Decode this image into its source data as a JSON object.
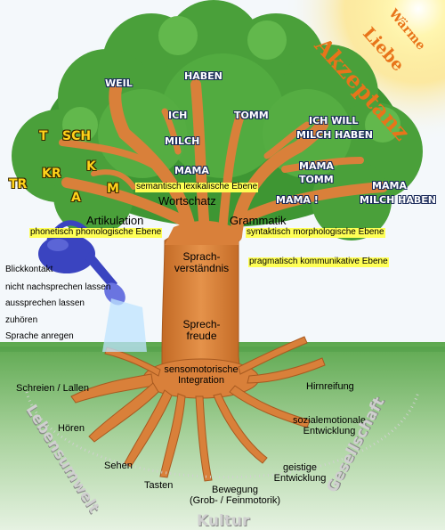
{
  "sun": {
    "w1": "Wärme",
    "w2": "Liebe",
    "w3": "Akzeptanz"
  },
  "crown": {
    "w_weil": "WEIL",
    "w_haben": "HABEN",
    "w_ich": "ICH",
    "w_tomm": "TOMM",
    "w_ichwill": "ICH WILL",
    "w_milchhaben": "MILCH HABEN",
    "w_milch": "MILCH",
    "w_mama1": "MAMA",
    "w_mama2": "MAMA",
    "w_tomm2": "TOMM",
    "w_mama3": "MAMA",
    "w_milchhaben2": "MILCH HABEN",
    "w_mamaex": "MAMA !",
    "s_t": "T",
    "s_sch": "SCH",
    "s_k": "K",
    "s_kr": "KR",
    "s_tr": "TR",
    "s_a": "A",
    "s_m": "M"
  },
  "levels": {
    "semantic": "semantisch lexikalische Ebene",
    "wortschatz": "Wortschatz",
    "artikulation": "Artikulation",
    "phonetic": "phonetisch phonologische Ebene",
    "grammatik": "Grammatik",
    "syntactic": "syntaktisch morphologische Ebene",
    "pragmatic": "pragmatisch kommunikative Ebene"
  },
  "trunk": {
    "sv1": "Sprach-",
    "sv2": "verständnis",
    "sf1": "Sprech-",
    "sf2": "freude",
    "si1": "sensomotorische",
    "si2": "Integration"
  },
  "watering": [
    "Blickkontakt",
    "nicht nachsprechen lassen",
    "aussprechen lassen",
    "zuhören",
    "Sprache anregen"
  ],
  "roots": {
    "schreien": "Schreien / Lallen",
    "hoeren": "Hören",
    "sehen": "Sehen",
    "tasten": "Tasten",
    "bew1": "Bewegung",
    "bew2": "(Grob- / Feinmotorik)",
    "geist1": "geistige",
    "geist2": "Entwicklung",
    "sozial1": "sozialemotionale",
    "sozial2": "Entwicklung",
    "hirn": "Hirnreifung"
  },
  "ring": {
    "lebensumwelt": "Lebensumwelt",
    "kultur": "Kultur",
    "gesellschaft": "Gesellschaft"
  },
  "colors": {
    "foliage": "#4aa03a",
    "foliage_dark": "#2f7f2a",
    "bark": "#d9803a",
    "bark_dark": "#a85a20",
    "grass": "#3f8f3a",
    "sun": "#ffe85a",
    "can": "#3a44c0",
    "water": "#bfe4ff"
  }
}
